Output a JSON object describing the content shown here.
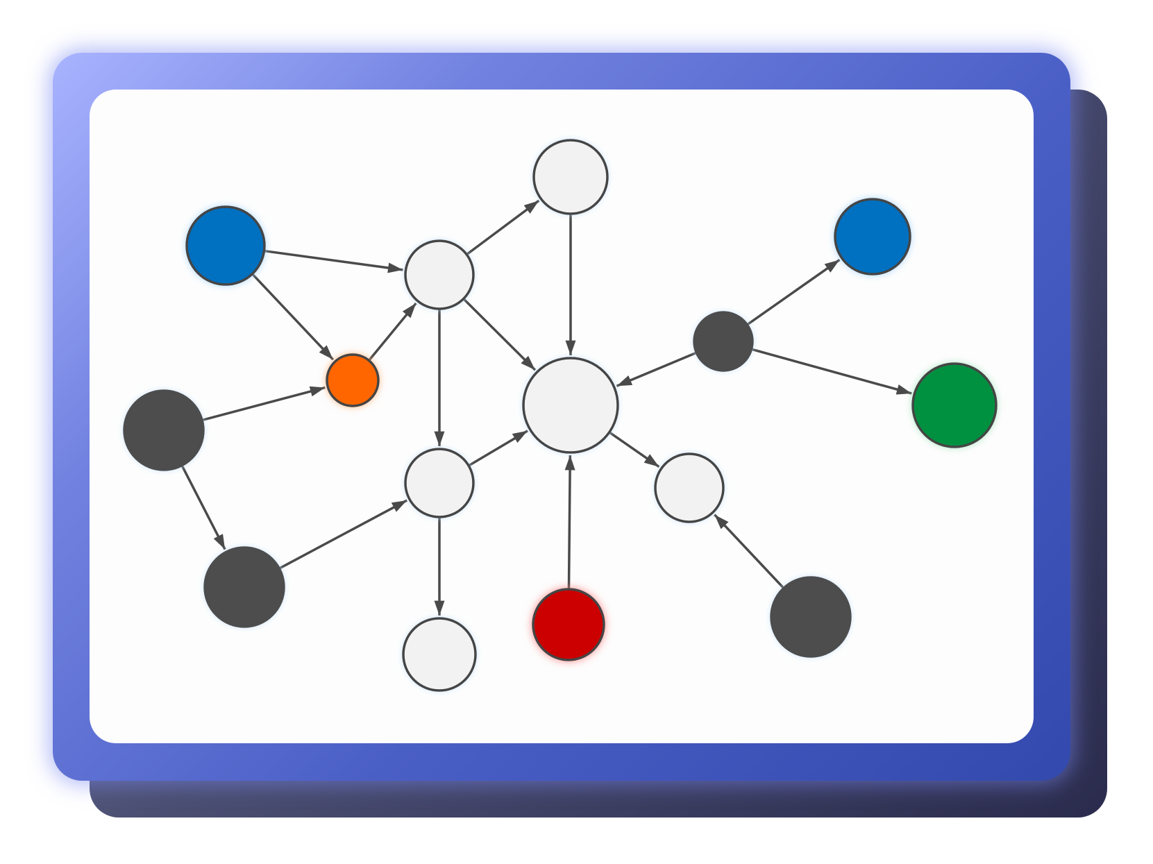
{
  "colors": {
    "back_card": "#3a3c5e",
    "front_card_light": "#a9b4ff",
    "front_card_dark": "#3349ad",
    "panel": "#fdfdfd",
    "edge": "#4a4a4a",
    "node_stroke": "#454545"
  },
  "nodes": [
    {
      "id": "n_top",
      "fill": "#f2f2f2"
    },
    {
      "id": "n_hub_left",
      "fill": "#f2f2f2"
    },
    {
      "id": "n_center",
      "fill": "#f2f2f2"
    },
    {
      "id": "n_mid_low",
      "fill": "#f2f2f2"
    },
    {
      "id": "n_bottom",
      "fill": "#f2f2f2"
    },
    {
      "id": "n_right_low",
      "fill": "#f2f2f2"
    },
    {
      "id": "n_blue_left",
      "fill": "#0070c0"
    },
    {
      "id": "n_blue_right",
      "fill": "#0070c0"
    },
    {
      "id": "n_orange",
      "fill": "#ff6600"
    },
    {
      "id": "n_green",
      "fill": "#00913f"
    },
    {
      "id": "n_red",
      "fill": "#cc0000"
    },
    {
      "id": "n_dark_left",
      "fill": "#4d4d4d"
    },
    {
      "id": "n_dark_low",
      "fill": "#4d4d4d"
    },
    {
      "id": "n_dark_right",
      "fill": "#4d4d4d"
    },
    {
      "id": "n_dark_br",
      "fill": "#4d4d4d"
    }
  ],
  "edges": [
    {
      "from": "n_blue_left",
      "to": "n_hub_left"
    },
    {
      "from": "n_blue_left",
      "to": "n_orange"
    },
    {
      "from": "n_orange",
      "to": "n_hub_left"
    },
    {
      "from": "n_dark_left",
      "to": "n_orange"
    },
    {
      "from": "n_dark_left",
      "to": "n_dark_low"
    },
    {
      "from": "n_hub_left",
      "to": "n_top"
    },
    {
      "from": "n_hub_left",
      "to": "n_center"
    },
    {
      "from": "n_hub_left",
      "to": "n_mid_low"
    },
    {
      "from": "n_top",
      "to": "n_center"
    },
    {
      "from": "n_dark_low",
      "to": "n_mid_low"
    },
    {
      "from": "n_mid_low",
      "to": "n_center"
    },
    {
      "from": "n_mid_low",
      "to": "n_bottom"
    },
    {
      "from": "n_red",
      "to": "n_center"
    },
    {
      "from": "n_center",
      "to": "n_right_low"
    },
    {
      "from": "n_dark_br",
      "to": "n_right_low"
    },
    {
      "from": "n_dark_right",
      "to": "n_center"
    },
    {
      "from": "n_dark_right",
      "to": "n_blue_right"
    },
    {
      "from": "n_dark_right",
      "to": "n_green"
    }
  ]
}
